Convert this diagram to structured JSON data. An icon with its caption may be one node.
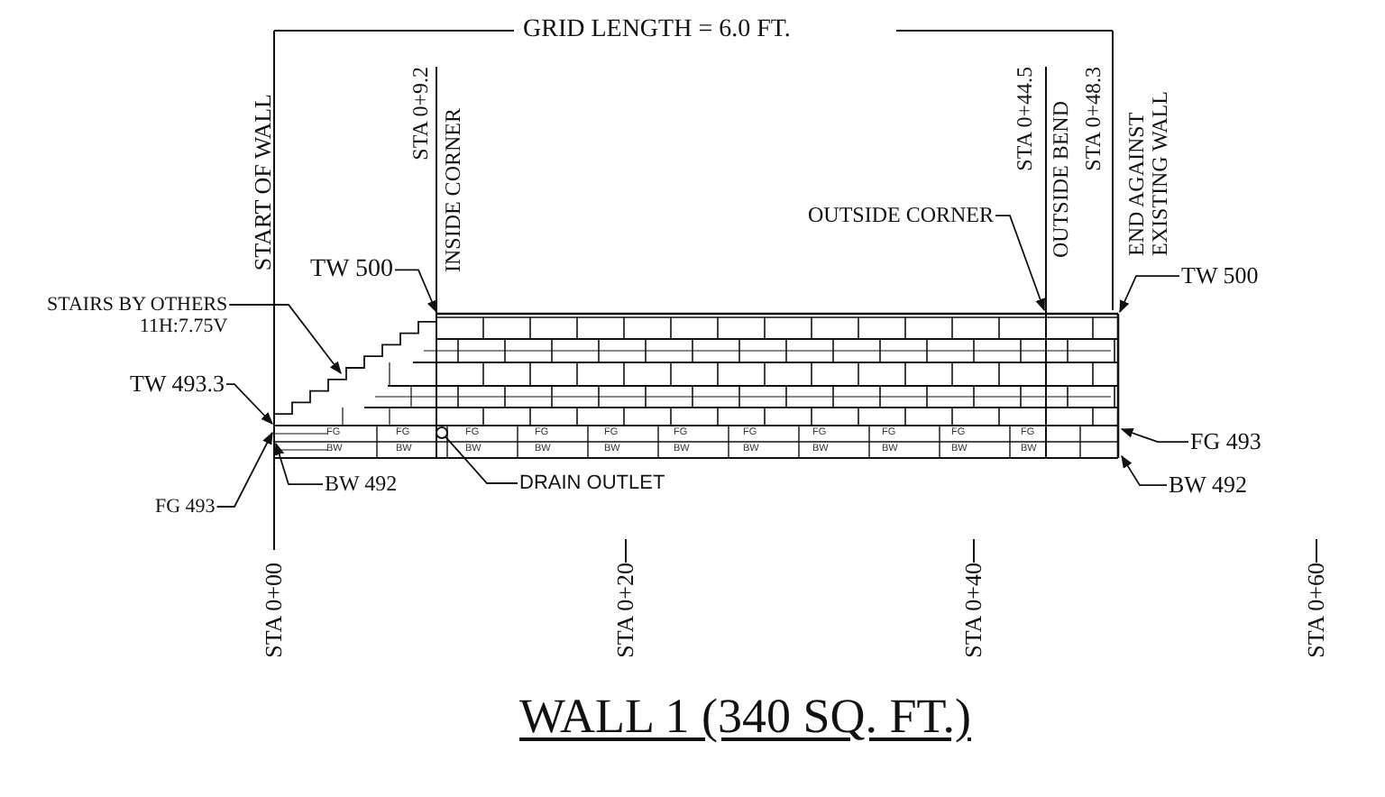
{
  "diagram": {
    "title": "WALL 1 (340 SQ. FT.)",
    "nodes": [
      {
        "text": [
          "TW 500"
        ]
      },
      {
        "text": [
          "STAIRS BY OTHERS",
          "11H:7.75V"
        ]
      },
      {
        "text": [
          "TW 493.3"
        ]
      },
      {
        "text": [
          "BW 492"
        ]
      },
      {
        "text": [
          "FG 493"
        ]
      },
      {
        "text": [
          "DRAIN OUTLET"
        ]
      },
      {
        "text": [],
        "shape": "picture"
      },
      {
        "text": [],
        "shape": "circle",
        "in": 6
      },
      {
        "text": [
          "OUTSIDE CORNER"
        ]
      },
      {
        "text": [
          "TW 500"
        ]
      },
      {
        "text": [
          "FG 493"
        ]
      },
      {
        "text": [
          "BW 492"
        ]
      }
    ],
    "edges": [
      {
        "from": 0,
        "to": 6,
        "arrow": "to"
      },
      {
        "from": 1,
        "to": 6,
        "arrow": "to"
      },
      {
        "from": 2,
        "to": 6,
        "arrow": "to"
      },
      {
        "from": 3,
        "to": 6,
        "arrow": "to"
      },
      {
        "from": 4,
        "to": 6,
        "arrow": "to"
      },
      {
        "from": 5,
        "to": 7,
        "arrow": "none"
      },
      {
        "from": 8,
        "to": 6,
        "arrow": "to"
      },
      {
        "from": 9,
        "to": 6,
        "arrow": "to"
      },
      {
        "from": 10,
        "to": 6,
        "arrow": "to"
      },
      {
        "from": 11,
        "to": 6,
        "arrow": "to"
      }
    ],
    "labels": [
      "GRID LENGTH = 6.0 FT.",
      "START OF WALL",
      "STA 0+9.2",
      "INSIDE CORNER",
      "STA 0+44.5",
      "OUTSIDE BEND",
      "STA 0+48.3",
      "END AGAINST EXISTING WALL",
      "FG",
      "FG",
      "FG",
      "FG",
      "FG",
      "FG",
      "FG",
      "FG",
      "FG",
      "FG",
      "FG",
      "BW",
      "BW",
      "BW",
      "BW",
      "BW",
      "BW",
      "BW",
      "BW",
      "BW",
      "BW",
      "BW",
      "STA 0+00",
      "STA 0+20",
      "STA 0+40",
      "STA 0+60"
    ]
  }
}
